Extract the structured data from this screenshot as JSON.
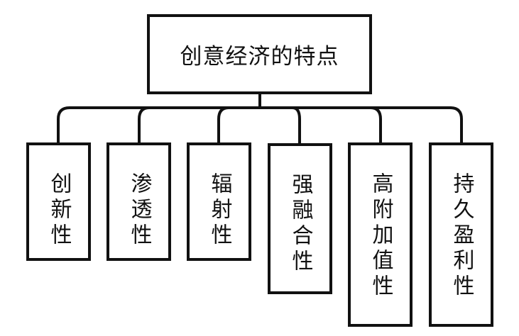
{
  "root": {
    "label": "创意经济的特点"
  },
  "children": [
    {
      "label": "创新性"
    },
    {
      "label": "渗透性"
    },
    {
      "label": "辐射性"
    },
    {
      "label": "强融合性"
    },
    {
      "label": "高附加值性"
    },
    {
      "label": "持久盈利性"
    }
  ],
  "colors": {
    "line": "#111111",
    "background": "#ffffff"
  }
}
